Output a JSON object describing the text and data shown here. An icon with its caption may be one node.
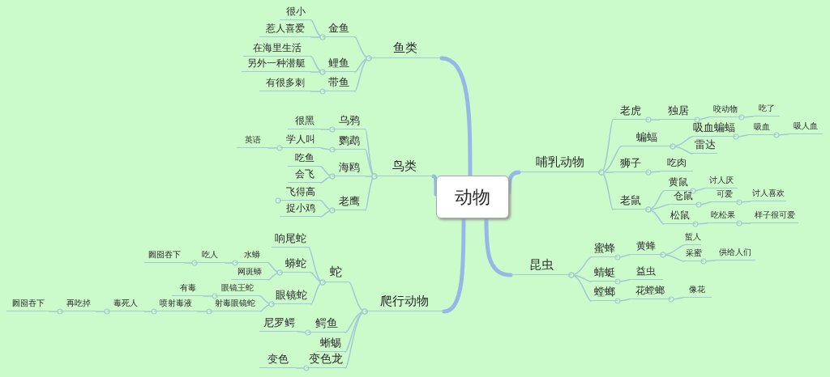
{
  "diagram": {
    "nodes": [
      {
        "text": [
          "动物"
        ]
      },
      {
        "text": [
          "鱼类"
        ]
      },
      {
        "text": [
          "金鱼"
        ]
      },
      {
        "text": [
          "很小"
        ]
      },
      {
        "text": [
          "惹人喜爱"
        ]
      },
      {
        "text": [
          "鲤鱼"
        ]
      },
      {
        "text": [
          "在海里生活"
        ]
      },
      {
        "text": [
          "另外一种潜艇"
        ]
      },
      {
        "text": [
          "带鱼"
        ]
      },
      {
        "text": [
          "有很多刺"
        ]
      },
      {
        "text": [
          "鸟类"
        ]
      },
      {
        "text": [
          "乌鸦"
        ]
      },
      {
        "text": [
          "很黑"
        ]
      },
      {
        "text": [
          "鹦鹉"
        ]
      },
      {
        "text": [
          "学人叫"
        ]
      },
      {
        "text": [
          "英语"
        ]
      },
      {
        "text": [
          "海鸥"
        ]
      },
      {
        "text": [
          "吃鱼"
        ]
      },
      {
        "text": [
          "会飞"
        ]
      },
      {
        "text": [
          "老鹰"
        ]
      },
      {
        "text": [
          "飞得高"
        ]
      },
      {
        "text": [
          "捉小鸡"
        ]
      },
      {
        "text": [
          "爬行动物"
        ]
      },
      {
        "text": [
          "蛇"
        ]
      },
      {
        "text": [
          "响尾蛇"
        ]
      },
      {
        "text": [
          "蟒蛇"
        ]
      },
      {
        "text": [
          "水蟒"
        ]
      },
      {
        "text": [
          "吃人"
        ]
      },
      {
        "text": [
          "囫囵吞下"
        ]
      },
      {
        "text": [
          "网斑蟒"
        ]
      },
      {
        "text": [
          "眼镜蛇"
        ]
      },
      {
        "text": [
          "眼镜王蛇"
        ]
      },
      {
        "text": [
          "有毒"
        ]
      },
      {
        "text": [
          "射毒眼镜蛇"
        ]
      },
      {
        "text": [
          "喷射毒液"
        ]
      },
      {
        "text": [
          "毒死人"
        ]
      },
      {
        "text": [
          "再吃掉"
        ]
      },
      {
        "text": [
          "囫囵吞下"
        ]
      },
      {
        "text": [
          "鳄鱼"
        ]
      },
      {
        "text": [
          "尼罗鳄"
        ]
      },
      {
        "text": [
          "蜥蜴"
        ]
      },
      {
        "text": [
          "变色龙"
        ]
      },
      {
        "text": [
          "变色"
        ]
      },
      {
        "text": [
          "哺乳动物"
        ]
      },
      {
        "text": [
          "老虎"
        ]
      },
      {
        "text": [
          "独居"
        ]
      },
      {
        "text": [
          "咬动物"
        ]
      },
      {
        "text": [
          "吃了"
        ]
      },
      {
        "text": [
          "蝙蝠"
        ]
      },
      {
        "text": [
          "吸血蝙蝠"
        ]
      },
      {
        "text": [
          "吸血"
        ]
      },
      {
        "text": [
          "吸人血"
        ]
      },
      {
        "text": [
          "雷达"
        ]
      },
      {
        "text": [
          "狮子"
        ]
      },
      {
        "text": [
          "吃肉"
        ]
      },
      {
        "text": [
          "老鼠"
        ]
      },
      {
        "text": [
          "黄鼠"
        ]
      },
      {
        "text": [
          "讨人厌"
        ]
      },
      {
        "text": [
          "仓鼠"
        ]
      },
      {
        "text": [
          "可爱"
        ]
      },
      {
        "text": [
          "讨人喜欢"
        ]
      },
      {
        "text": [
          "松鼠"
        ]
      },
      {
        "text": [
          "吃松果"
        ]
      },
      {
        "text": [
          "样子很可爱"
        ]
      },
      {
        "text": [
          "昆虫"
        ]
      },
      {
        "text": [
          "蜜蜂"
        ]
      },
      {
        "text": [
          "黄蜂"
        ]
      },
      {
        "text": [
          "蜇人"
        ]
      },
      {
        "text": [
          "采蜜"
        ]
      },
      {
        "text": [
          "供给人们"
        ]
      },
      {
        "text": [
          "蜻蜓"
        ]
      },
      {
        "text": [
          "益虫"
        ]
      },
      {
        "text": [
          "螳螂"
        ]
      },
      {
        "text": [
          "花螳螂"
        ]
      },
      {
        "text": [
          "像花"
        ]
      }
    ],
    "edges": [
      {
        "from": 0,
        "to": 1,
        "arrow": "none",
        "style": "thick",
        "color": "#95b8e6"
      },
      {
        "from": 1,
        "to": 2,
        "arrow": "other"
      },
      {
        "from": 2,
        "to": 3,
        "arrow": "other"
      },
      {
        "from": 2,
        "to": 4,
        "arrow": "other"
      },
      {
        "from": 1,
        "to": 5,
        "arrow": "other"
      },
      {
        "from": 5,
        "to": 6,
        "arrow": "other"
      },
      {
        "from": 5,
        "to": 7,
        "arrow": "other"
      },
      {
        "from": 1,
        "to": 8,
        "arrow": "other"
      },
      {
        "from": 8,
        "to": 9,
        "arrow": "other"
      },
      {
        "from": 0,
        "to": 10,
        "arrow": "none",
        "style": "thick",
        "color": "#95b8e6"
      },
      {
        "from": 10,
        "to": 11,
        "arrow": "other"
      },
      {
        "from": 11,
        "to": 12,
        "arrow": "other"
      },
      {
        "from": 10,
        "to": 13,
        "arrow": "other"
      },
      {
        "from": 13,
        "to": 14,
        "arrow": "other"
      },
      {
        "from": 14,
        "to": 15,
        "arrow": "other"
      },
      {
        "from": 10,
        "to": 16,
        "arrow": "other"
      },
      {
        "from": 16,
        "to": 17,
        "arrow": "other"
      },
      {
        "from": 16,
        "to": 18,
        "arrow": "other"
      },
      {
        "from": 10,
        "to": 19,
        "arrow": "other"
      },
      {
        "from": 19,
        "to": 20,
        "arrow": "other"
      },
      {
        "from": 19,
        "to": 21,
        "arrow": "other"
      },
      {
        "from": 0,
        "to": 22,
        "arrow": "none",
        "style": "thick",
        "color": "#95b8e6"
      },
      {
        "from": 22,
        "to": 23,
        "arrow": "other"
      },
      {
        "from": 23,
        "to": 24,
        "arrow": "other"
      },
      {
        "from": 23,
        "to": 25,
        "arrow": "other"
      },
      {
        "from": 25,
        "to": 26,
        "arrow": "other"
      },
      {
        "from": 26,
        "to": 27,
        "arrow": "other"
      },
      {
        "from": 27,
        "to": 28,
        "arrow": "other"
      },
      {
        "from": 25,
        "to": 29,
        "arrow": "other"
      },
      {
        "from": 23,
        "to": 30,
        "arrow": "other"
      },
      {
        "from": 30,
        "to": 31,
        "arrow": "other"
      },
      {
        "from": 31,
        "to": 32,
        "arrow": "other"
      },
      {
        "from": 30,
        "to": 33,
        "arrow": "other"
      },
      {
        "from": 33,
        "to": 34,
        "arrow": "other"
      },
      {
        "from": 34,
        "to": 35,
        "arrow": "other"
      },
      {
        "from": 35,
        "to": 36,
        "arrow": "other"
      },
      {
        "from": 36,
        "to": 37,
        "arrow": "other"
      },
      {
        "from": 22,
        "to": 38,
        "arrow": "other"
      },
      {
        "from": 38,
        "to": 39,
        "arrow": "other"
      },
      {
        "from": 22,
        "to": 40,
        "arrow": "other"
      },
      {
        "from": 22,
        "to": 41,
        "arrow": "other"
      },
      {
        "from": 41,
        "to": 42,
        "arrow": "other"
      },
      {
        "from": 0,
        "to": 43,
        "arrow": "none",
        "style": "thick",
        "color": "#95b8e6"
      },
      {
        "from": 43,
        "to": 44,
        "arrow": "other"
      },
      {
        "from": 44,
        "to": 45,
        "arrow": "other"
      },
      {
        "from": 45,
        "to": 46,
        "arrow": "other"
      },
      {
        "from": 46,
        "to": 47,
        "arrow": "other"
      },
      {
        "from": 43,
        "to": 48,
        "arrow": "other"
      },
      {
        "from": 48,
        "to": 49,
        "arrow": "other"
      },
      {
        "from": 49,
        "to": 50,
        "arrow": "other"
      },
      {
        "from": 50,
        "to": 51,
        "arrow": "other"
      },
      {
        "from": 48,
        "to": 52,
        "arrow": "other"
      },
      {
        "from": 43,
        "to": 53,
        "arrow": "other"
      },
      {
        "from": 53,
        "to": 54,
        "arrow": "other"
      },
      {
        "from": 43,
        "to": 55,
        "arrow": "other"
      },
      {
        "from": 55,
        "to": 56,
        "arrow": "other"
      },
      {
        "from": 56,
        "to": 57,
        "arrow": "other"
      },
      {
        "from": 55,
        "to": 58,
        "arrow": "other"
      },
      {
        "from": 58,
        "to": 59,
        "arrow": "other"
      },
      {
        "from": 59,
        "to": 60,
        "arrow": "other"
      },
      {
        "from": 55,
        "to": 61,
        "arrow": "other"
      },
      {
        "from": 61,
        "to": 62,
        "arrow": "other"
      },
      {
        "from": 62,
        "to": 63,
        "arrow": "other"
      },
      {
        "from": 0,
        "to": 64,
        "arrow": "none",
        "style": "thick",
        "color": "#95b8e6"
      },
      {
        "from": 64,
        "to": 65,
        "arrow": "other"
      },
      {
        "from": 65,
        "to": 66,
        "arrow": "other"
      },
      {
        "from": 66,
        "to": 67,
        "arrow": "other"
      },
      {
        "from": 66,
        "to": 68,
        "arrow": "other"
      },
      {
        "from": 68,
        "to": 69,
        "arrow": "other"
      },
      {
        "from": 64,
        "to": 70,
        "arrow": "other"
      },
      {
        "from": 70,
        "to": 71,
        "arrow": "other"
      },
      {
        "from": 64,
        "to": 72,
        "arrow": "other"
      },
      {
        "from": 72,
        "to": 73,
        "arrow": "other"
      },
      {
        "from": 73,
        "to": 74,
        "arrow": "other"
      }
    ]
  }
}
